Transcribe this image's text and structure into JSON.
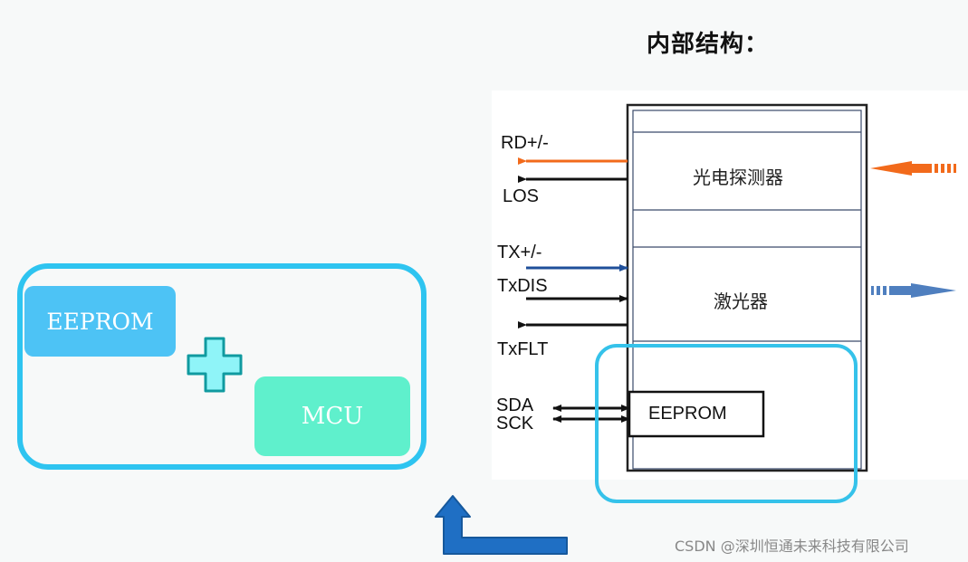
{
  "title": "内部结构：",
  "left_diagram": {
    "eeprom_label": "EEPROM",
    "mcu_label": "MCU"
  },
  "module": {
    "photodetector": "光电探测器",
    "laser": "激光器",
    "eeprom": "EEPROM"
  },
  "signals": {
    "rd": "RD+/-",
    "los": "LOS",
    "tx": "TX+/-",
    "txdis": "TxDIS",
    "txflt": "TxFLT",
    "sda": "SDA",
    "sck": "SCK"
  },
  "colors": {
    "cyan_outline": "#2ec4f0",
    "eeprom_fill": "#4dc3f5",
    "mcu_fill": "#5ff0cc",
    "optical_in": "#f26a1b",
    "optical_out": "#4f7fbf",
    "tx_line": "#1f4f9a",
    "corner_arrow": "#1f6fc4"
  },
  "watermark": "CSDN @深圳恒通未来科技有限公司"
}
